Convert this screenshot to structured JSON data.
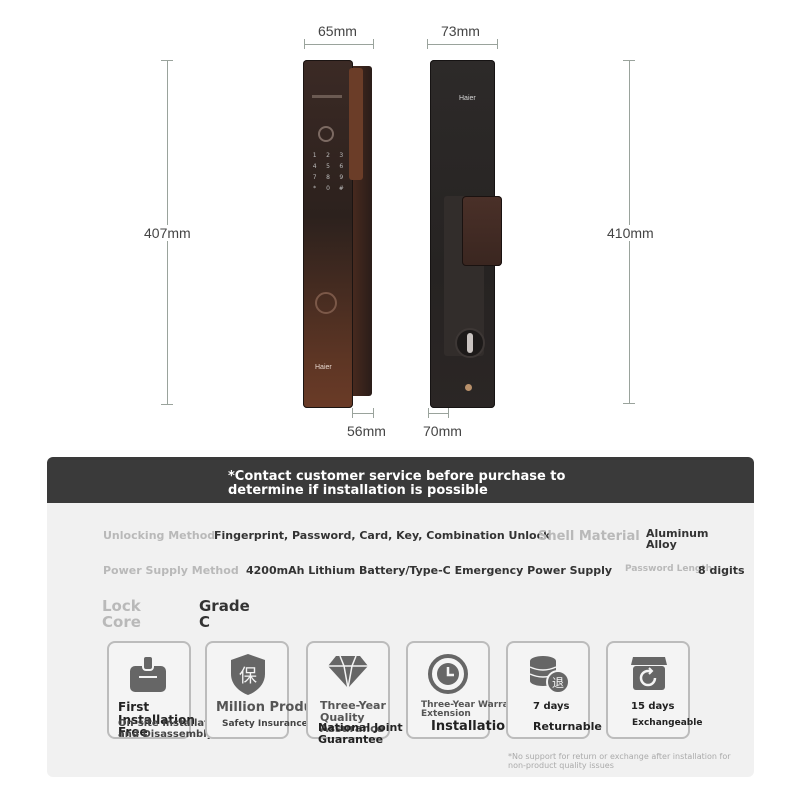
{
  "dimensions": {
    "front_width": "65mm",
    "back_width": "73mm",
    "front_height": "407mm",
    "back_height": "410mm",
    "front_depth": "56mm",
    "back_depth": "70mm"
  },
  "product": {
    "brand_front": "Haier",
    "brand_back": "Haier",
    "keypad": [
      "1",
      "2",
      "3",
      "4",
      "5",
      "6",
      "7",
      "8",
      "9",
      "*",
      "0",
      "#"
    ]
  },
  "panel": {
    "notice": "*Contact customer service before purchase to determine if installation is possible",
    "specs": [
      {
        "label": "Unlocking Method",
        "value": "Fingerprint, Password, Card, Key, Combination Unlock"
      },
      {
        "label": "Shell Material",
        "value": "Aluminum Alloy"
      },
      {
        "label": "Power Supply Method",
        "value": "4200mAh Lithium Battery/Type-C Emergency Power Supply"
      },
      {
        "label": "Password Length",
        "value": "8 digits"
      },
      {
        "label": "Lock Core",
        "value": "Grade C"
      }
    ],
    "services": [
      {
        "icon": "installer-icon",
        "title": "First Installation Free",
        "subtitle": "On-site Installation and Disassembly"
      },
      {
        "icon": "shield-icon",
        "icon_text": "保",
        "title": "Million Products",
        "subtitle": "Safety Insurance"
      },
      {
        "icon": "diamond-icon",
        "title": "Three-Year Quality Assurance",
        "subtitle": "National Joint Guarantee"
      },
      {
        "icon": "clock-icon",
        "title": "Three-Year Warranty Extension",
        "subtitle": "Installation"
      },
      {
        "icon": "coins-return-icon",
        "icon_text": "退",
        "title": "7 days",
        "subtitle": "Returnable"
      },
      {
        "icon": "exchange-box-icon",
        "title": "15 days",
        "subtitle": "Exchangeable"
      }
    ],
    "footnote": "*No support for return or exchange after installation for non-product quality issues"
  },
  "colors": {
    "header_bg": "#3a3a3a",
    "panel_bg": "#f1f1f1",
    "icon_gray": "#666666",
    "dimension_line": "#9aa39c"
  }
}
